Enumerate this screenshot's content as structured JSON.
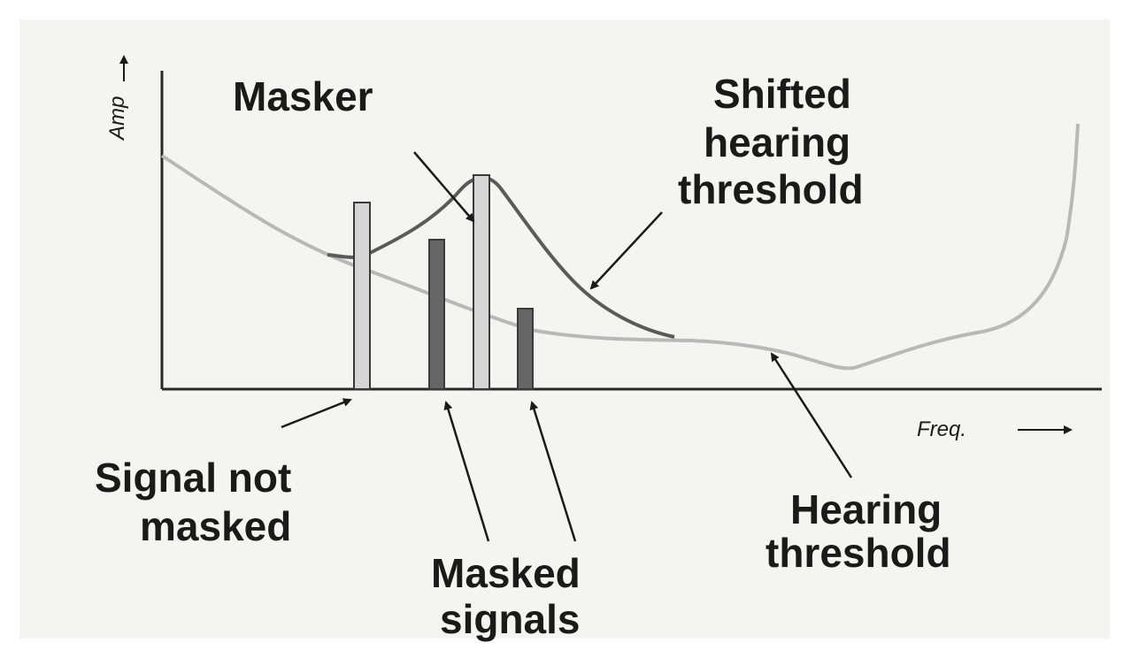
{
  "labels": {
    "masker": "Masker",
    "shifted_threshold": [
      "Shifted",
      "hearing",
      "threshold"
    ],
    "signal_not_masked": [
      "Signal not",
      "masked"
    ],
    "masked_signals": [
      "Masked",
      "signals"
    ],
    "hearing_threshold": [
      "Hearing",
      "threshold"
    ]
  },
  "axes": {
    "y_label": "Amp",
    "x_label": "Freq."
  },
  "colors": {
    "background": "#f4f4f2",
    "axis": "#2a2a2a",
    "hearing_threshold_curve": "#b8b8b8",
    "shifted_threshold_curve": "#5a5a5a",
    "bar_light": "#d6d6d6",
    "bar_dark": "#666666",
    "arrow": "#1a1a1a"
  },
  "signals": [
    {
      "id": "signal-not-masked",
      "masked": false
    },
    {
      "id": "masked-signal-1",
      "masked": true
    },
    {
      "id": "masker",
      "masked": false
    },
    {
      "id": "masked-signal-2",
      "masked": true
    }
  ]
}
